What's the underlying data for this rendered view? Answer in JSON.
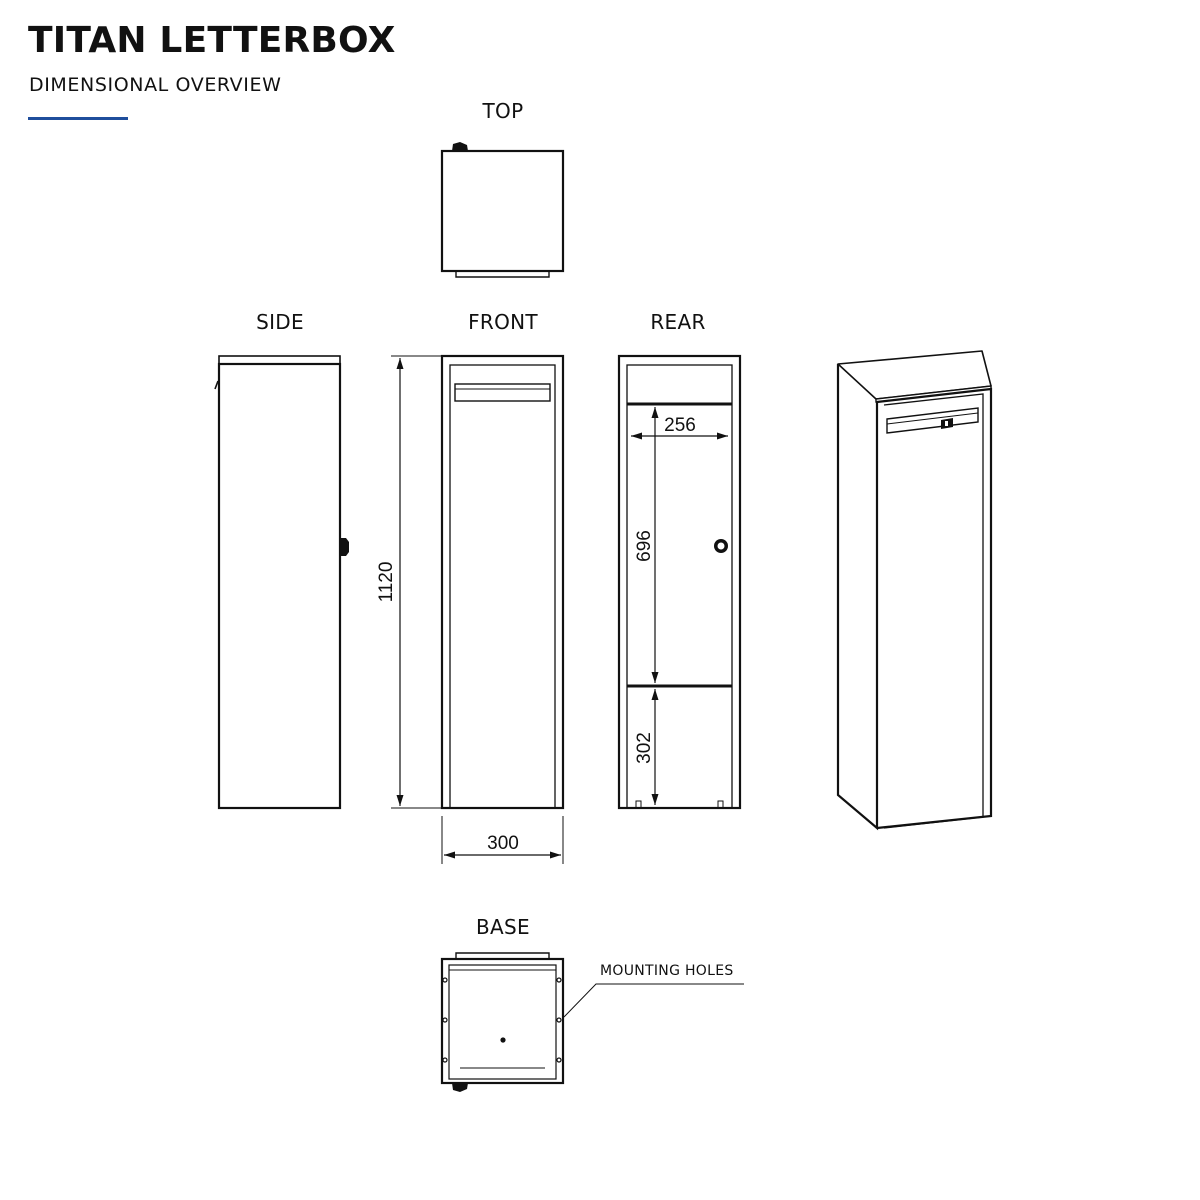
{
  "title": "TITAN LETTERBOX",
  "subtitle": "DIMENSIONAL OVERVIEW",
  "accent_color": "#1f4e9c",
  "views": {
    "top": "TOP",
    "side": "SIDE",
    "front": "FRONT",
    "rear": "REAR",
    "base": "BASE"
  },
  "dimensions": {
    "height": "1120",
    "width": "300",
    "opening_width": "256",
    "opening_height": "696",
    "lower_section": "302"
  },
  "annotations": {
    "mounting_holes": "MOUNTING HOLES"
  }
}
